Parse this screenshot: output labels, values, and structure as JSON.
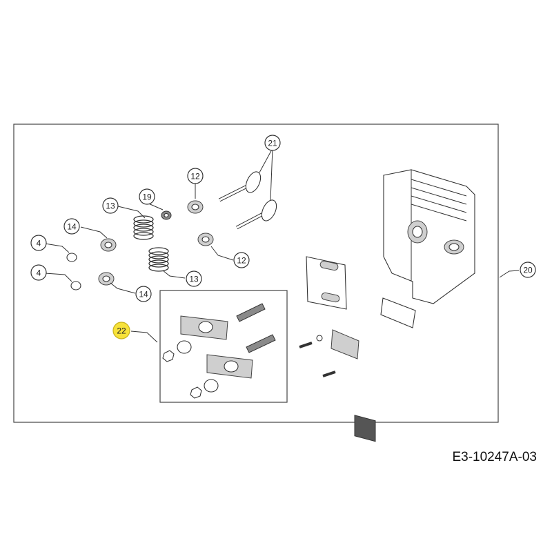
{
  "diagram_code": "E3-10247A-03",
  "callouts": {
    "c21": "21",
    "c12a": "12",
    "c19": "19",
    "c13a": "13",
    "c14a": "14",
    "c4a": "4",
    "c12b": "12",
    "c13b": "13",
    "c4b": "4",
    "c14b": "14",
    "c22": "22",
    "c20": "20"
  },
  "colors": {
    "highlight": "#f7e23a",
    "line": "#333333"
  }
}
